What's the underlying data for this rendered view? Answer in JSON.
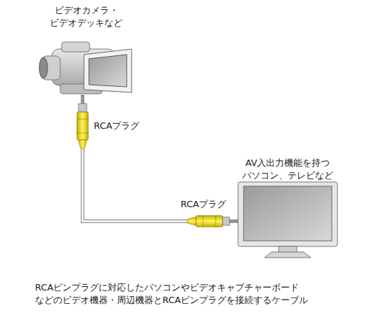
{
  "diagram": {
    "caption": "RCAピンプラグに対応したパソコンやビデオキャプチャーボード などのビデオ機器・周辺機器とRCAピンプラグを接続するケーブル",
    "labels": [
      "ビデオカメラ・ ビデオデッキなど",
      "RCAプラグ",
      "AV入出力機能を持つ パソコン、テレビなど",
      "RCAプラグ"
    ]
  }
}
